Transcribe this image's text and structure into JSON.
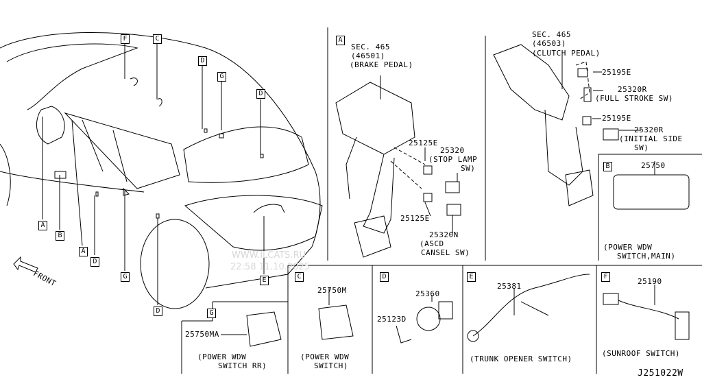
{
  "diagram_id": "J251022W",
  "watermark": {
    "site": "WWW.ILCATS.RU",
    "timestamp": "22:58 11.10.2025"
  },
  "overview": {
    "front_label": "FRONT",
    "callouts": [
      "F",
      "C",
      "D",
      "G",
      "D",
      "E",
      "A",
      "B",
      "A",
      "D",
      "G",
      "D"
    ]
  },
  "panel_a": {
    "letter": "A",
    "sec": "SEC. 465",
    "sec_code": "(46501)",
    "sec_name": "(BRAKE PEDAL)",
    "parts": [
      {
        "number": "25125E"
      },
      {
        "number": "25320",
        "desc1": "(STOP LAMP",
        "desc2": "SW)"
      },
      {
        "number": "25125E"
      },
      {
        "number": "25320N",
        "desc1": "(ASCD",
        "desc2": "CANSEL SW)"
      }
    ]
  },
  "panel_clutch": {
    "sec": "SEC. 465",
    "sec_code": "(46503)",
    "sec_name": "(CLUTCH PEDAL)",
    "parts": [
      {
        "number": "25195E"
      },
      {
        "number": "25320R",
        "desc1": "(FULL STROKE SW)"
      },
      {
        "number": "25195E"
      },
      {
        "number": "25320R",
        "desc1": "(INITIAL SIDE",
        "desc2": "SW)"
      }
    ]
  },
  "panel_b": {
    "letter": "B",
    "number": "25750",
    "desc1": "(POWER WDW",
    "desc2": "SWITCH,MAIN)"
  },
  "panel_g": {
    "letter": "G",
    "number": "25750MA",
    "desc1": "(POWER WDW",
    "desc2": "SWITCH RR)"
  },
  "panel_c": {
    "letter": "C",
    "number": "25750M",
    "desc1": "(POWER WDW",
    "desc2": "SWITCH)"
  },
  "panel_d": {
    "letter": "D",
    "number1": "25360",
    "number2": "25123D"
  },
  "panel_e": {
    "letter": "E",
    "number": "25381",
    "desc1": "(TRUNK OPENER SWITCH)"
  },
  "panel_f": {
    "letter": "F",
    "number": "25190",
    "desc1": "(SUNROOF SWITCH)"
  }
}
